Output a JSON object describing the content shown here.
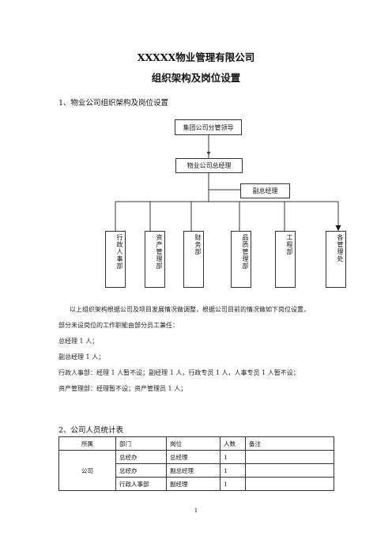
{
  "title": "XXXXX物业管理有限公司",
  "subtitle": "组织架构及岗位设置",
  "section1": "1、物业公司组织架构及岗位设置",
  "org": {
    "top": "集团公司分管领导",
    "gm": "物业公司总经理",
    "deputy": "副总经理",
    "departments": [
      "行政人事部",
      "资产管理部",
      "财务部",
      "品质管理部",
      "工程部",
      "各管理处"
    ]
  },
  "paragraphs": [
    "以上组织架构根据公司及项目发展情况做调整，根据公司目前的情况做如下岗位设置，",
    "部分未设岗位的工作职能由部分员工兼任：",
    "总经理 1 人；",
    "副总经理 1 人；",
    "行政人事部：经理 1 人暂不设；副经理 1 人，行政专员 1 人，人事专员 1 人暂不设；",
    "资产管理部：经理暂不设；资产管理员 1 人；"
  ],
  "section2": "2、公司人员统计表",
  "table": {
    "headers": [
      "所属",
      "部门",
      "岗位",
      "人数",
      "备注"
    ],
    "group": "公司",
    "rows": [
      [
        "总经办",
        "总经理",
        "1",
        ""
      ],
      [
        "总经办",
        "副总经理",
        "1",
        ""
      ],
      [
        "行政人事部",
        "副经理",
        "1",
        ""
      ]
    ]
  },
  "page_number": "1"
}
